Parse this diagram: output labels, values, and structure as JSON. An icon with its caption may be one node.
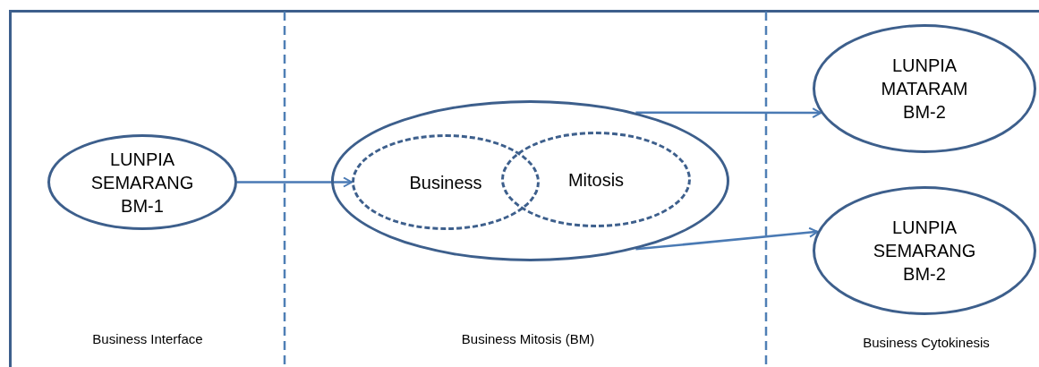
{
  "diagram": {
    "nodes": [
      {
        "text": [
          "LUNPIA SEMARANG BM-1"
        ]
      },
      {
        "text": [],
        "shape": "ellipse"
      },
      {
        "text": [
          "Business"
        ],
        "in": 1
      },
      {
        "text": [
          "Mitosis"
        ],
        "in": 1
      },
      {
        "text": [
          "LUNPIA MATARAM BM-2"
        ]
      },
      {
        "text": [
          "LUNPIA SEMARANG BM-2"
        ]
      }
    ],
    "edges": [
      {
        "from": 0,
        "to": 2,
        "arrow": "to"
      },
      {
        "from": 1,
        "to": 4,
        "arrow": "to"
      },
      {
        "from": 1,
        "to": 5,
        "arrow": "to"
      }
    ],
    "labels": [
      "Business Interface",
      "Business Mitosis (BM)",
      "Business Cytokinesis"
    ]
  }
}
